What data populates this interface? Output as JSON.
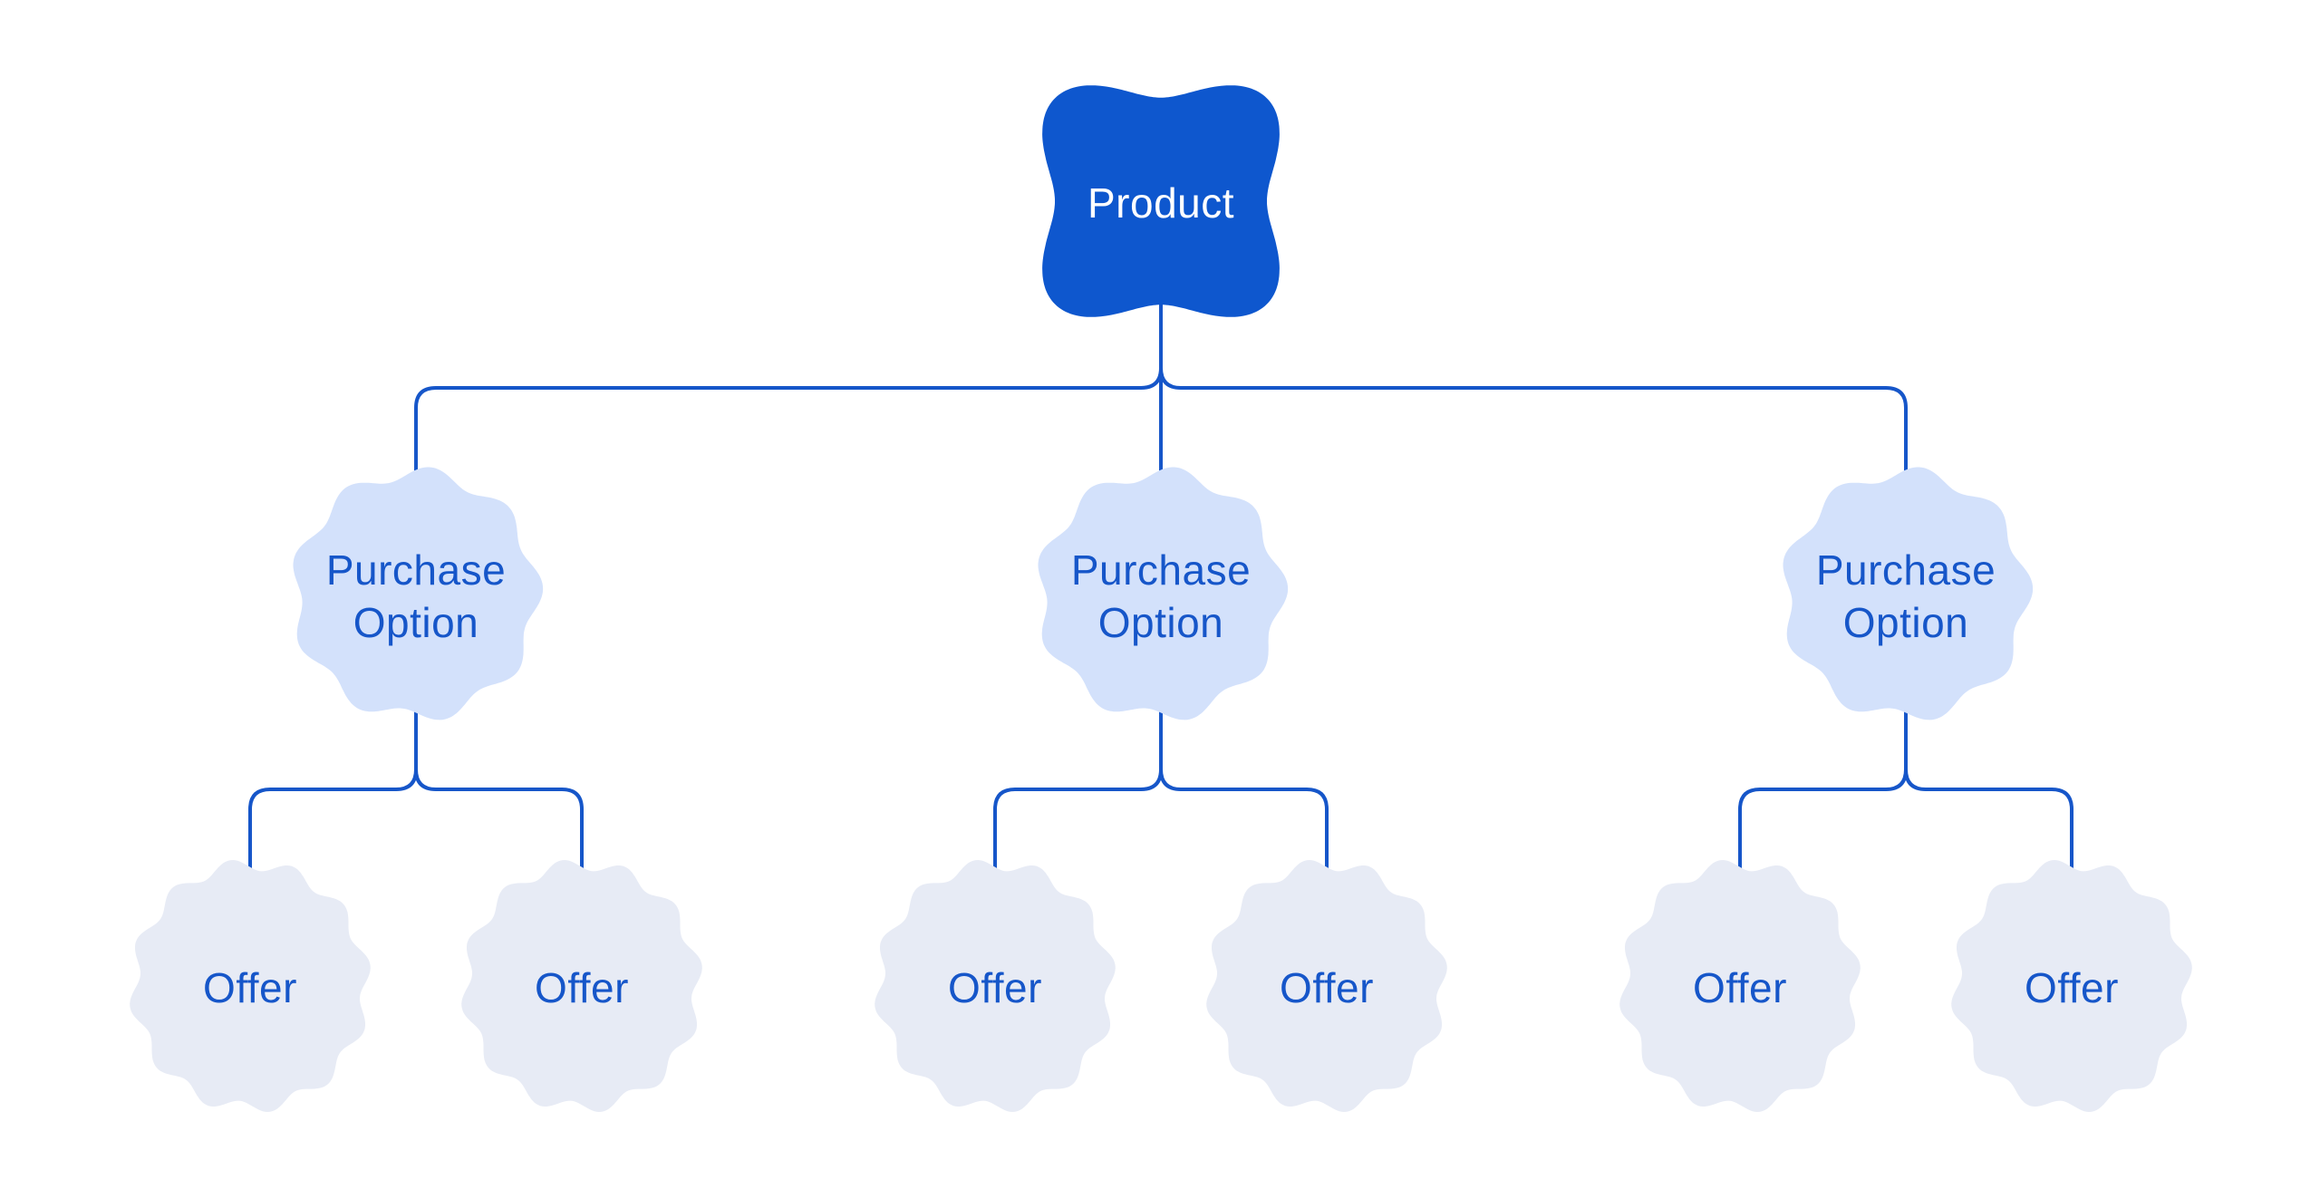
{
  "colors": {
    "background": "#FFFFFF",
    "product_fill": "#0E57CE",
    "product_text": "#FFFFFF",
    "purchase_fill": "#D3E1FB",
    "offer_fill": "#E7EBF5",
    "node_text": "#1656C9",
    "connector": "#1656C9"
  },
  "tree": {
    "root": {
      "label": "Product"
    },
    "children": [
      {
        "label": "Purchase Option",
        "children": [
          {
            "label": "Offer"
          },
          {
            "label": "Offer"
          }
        ]
      },
      {
        "label": "Purchase Option",
        "children": [
          {
            "label": "Offer"
          },
          {
            "label": "Offer"
          }
        ]
      },
      {
        "label": "Purchase Option",
        "children": [
          {
            "label": "Offer"
          },
          {
            "label": "Offer"
          }
        ]
      }
    ]
  }
}
